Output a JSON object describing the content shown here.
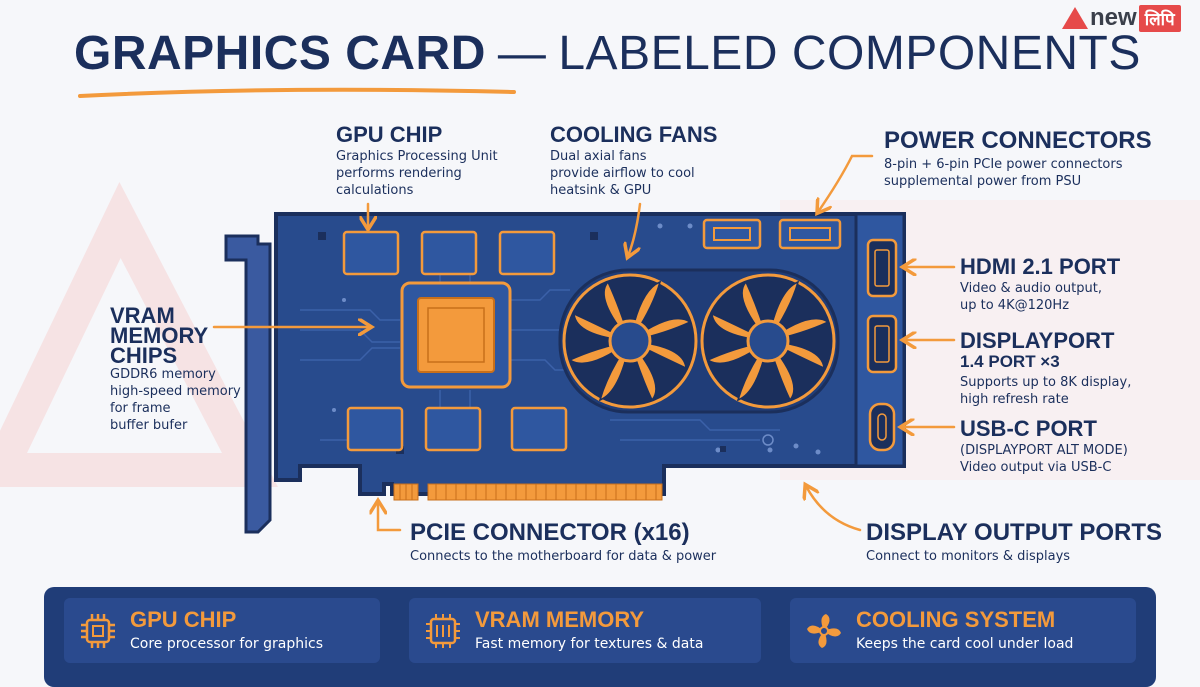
{
  "header": {
    "title_main": "GRAPHICS CARD",
    "title_dash": "—",
    "title_sub": "LABELED COMPONENTS"
  },
  "watermark": {
    "brand_latin": "new",
    "brand_script": "लिपि"
  },
  "colors": {
    "navy": "#1b2f5c",
    "pcb_blue": "#284b8d",
    "accent_orange": "#f39a3c",
    "bar_blue": "#203d78",
    "card_blue": "#2a4a8e",
    "watermark_red": "#e64a4a"
  },
  "labels": {
    "gpu_chip": {
      "title": "GPU CHIP",
      "lines": [
        "Graphics Processing Unit",
        "performs rendering",
        "calculations"
      ]
    },
    "cooling_fans": {
      "title": "COOLING FANS",
      "lines": [
        "Dual axial fans",
        "provide airflow to cool",
        "heatsink & GPU"
      ]
    },
    "power_connectors": {
      "title": "POWER CONNECTORS",
      "lines": [
        "8-pin + 6-pin PCIe power connectors",
        "supplemental power from PSU"
      ]
    },
    "vram": {
      "title_lines": [
        "VRAM",
        "MEMORY",
        "CHIPS"
      ],
      "lines": [
        "GDDR6 memory",
        "high-speed memory",
        "for frame",
        "buffer bufer"
      ]
    },
    "hdmi": {
      "title": "HDMI 2.1 PORT",
      "lines": [
        "Video & audio output,",
        "up to 4K@120Hz"
      ]
    },
    "displayport": {
      "title_lines": [
        "DISPLAYPORT",
        "1.4 PORT ×3"
      ],
      "lines": [
        "Supports up to 8K display,",
        "high refresh rate"
      ]
    },
    "usbc": {
      "title": "USB-C PORT",
      "lines": [
        "(DISPLAYPORT ALT MODE)",
        "Video output via USB-C"
      ]
    },
    "pcie": {
      "title": "PCIE CONNECTOR (x16)",
      "lines": [
        "Connects to the motherboard for data & power"
      ]
    },
    "display_outputs": {
      "title": "DISPLAY OUTPUT PORTS",
      "lines": [
        "Connect to monitors & displays"
      ]
    }
  },
  "summary_cards": [
    {
      "icon": "chip-icon",
      "title": "GPU CHIP",
      "desc": "Core processor for graphics"
    },
    {
      "icon": "memory-icon",
      "title": "VRAM MEMORY",
      "desc": "Fast memory for textures & data"
    },
    {
      "icon": "fan-icon",
      "title": "COOLING SYSTEM",
      "desc": "Keeps the card cool under load"
    }
  ]
}
